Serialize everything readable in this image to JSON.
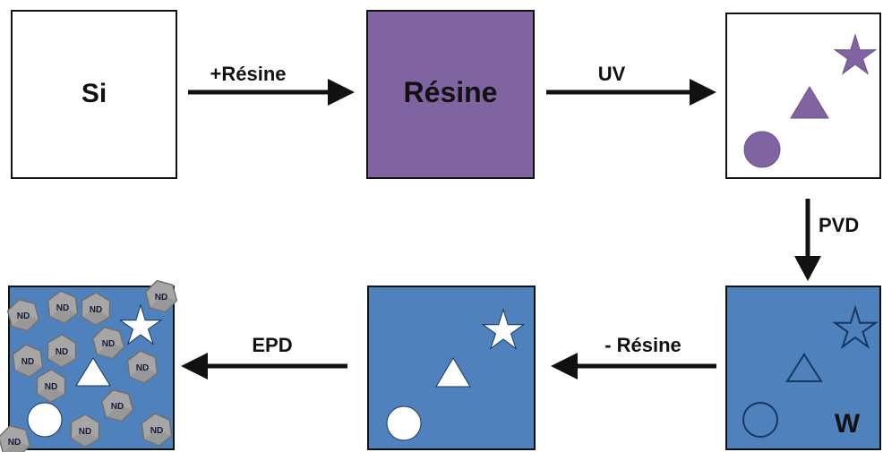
{
  "steps": {
    "si_label": "Si",
    "resin_label": "Résine",
    "metal_label": "W",
    "nd_label": "ND"
  },
  "arrows": {
    "add_resin": "+Résine",
    "uv": "UV",
    "pvd": "PVD",
    "remove_resin": "- Résine",
    "epd": "EPD"
  },
  "colors": {
    "resin_purple": "#8064a2",
    "tungsten_blue": "#4f81bd",
    "substrate_white": "#ffffff",
    "diamond_gray": "#a6a6a6",
    "outline": "#111111"
  },
  "icons": [
    "star-icon",
    "triangle-icon",
    "circle-icon",
    "nanodiamond-icon"
  ]
}
